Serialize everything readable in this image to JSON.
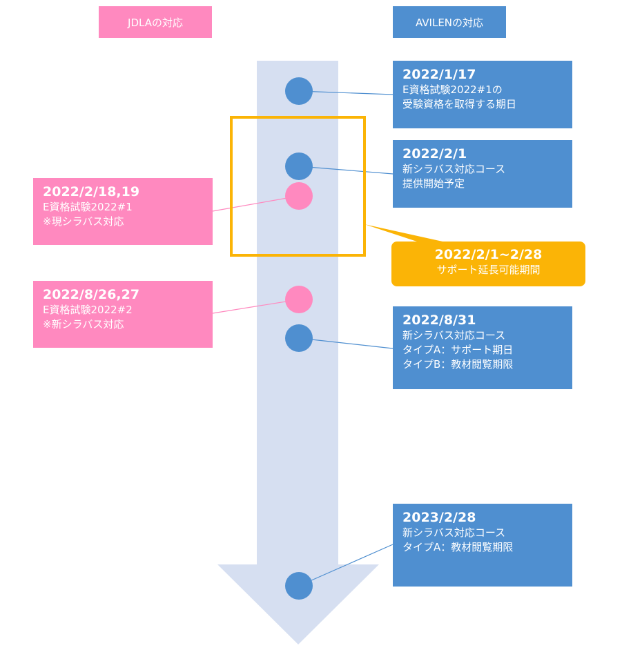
{
  "headers": {
    "jdla": "JDLAの対応",
    "avilen": "AVILENの対応"
  },
  "colors": {
    "blue": "#4f8fd0",
    "pink": "#ff89bf",
    "orange": "#fbb406",
    "arrow": "#d6dff1"
  },
  "avilen_events": [
    {
      "date": "2022/1/17",
      "lines": [
        "E資格試験2022#1の",
        "受験資格を取得する期日"
      ]
    },
    {
      "date": "2022/2/1",
      "lines": [
        "新シラバス対応コース",
        "提供開始予定"
      ]
    },
    {
      "date": "2022/8/31",
      "lines": [
        "新シラバス対応コース",
        "タイプA：サポート期日",
        "タイプB：教材閲覧期限"
      ]
    },
    {
      "date": "2023/2/28",
      "lines": [
        "新シラバス対応コース",
        "タイプA：教材閲覧期限"
      ]
    }
  ],
  "jdla_events": [
    {
      "date": "2022/2/18,19",
      "lines": [
        "E資格試験2022#1",
        "※現シラバス対応"
      ]
    },
    {
      "date": "2022/8/26,27",
      "lines": [
        "E資格試験2022#2",
        "※新シラバス対応"
      ]
    }
  ],
  "support_period": {
    "date": "2022/2/1~2/28",
    "label": "サポート延長可能期間"
  }
}
